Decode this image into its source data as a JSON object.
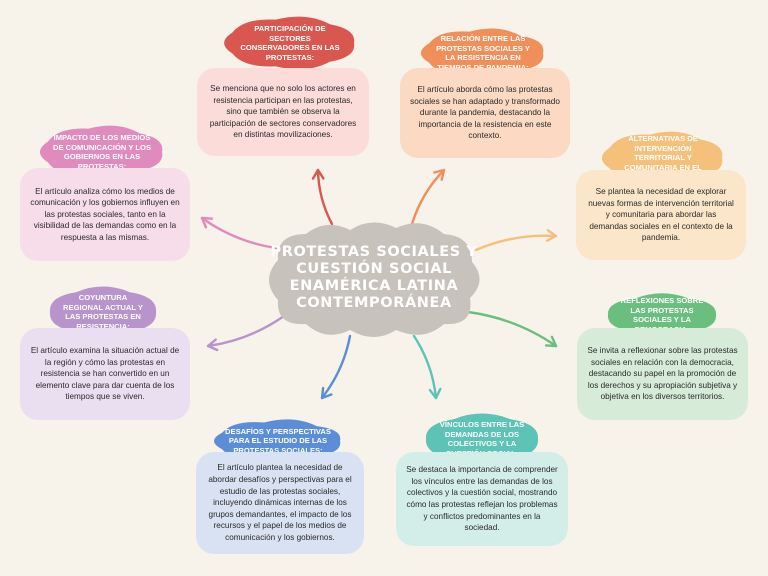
{
  "center": {
    "title_lines": [
      "PROTESTAS SOCIALES Y",
      "CUESTIÓN SOCIAL",
      "ENAMÉRICA LATINA",
      "CONTEMPORÁNEA"
    ],
    "color": "#c7c2bb"
  },
  "nodes": {
    "participacion": {
      "title": "Participación de sectores conservadores en las protestas:",
      "text": "Se menciona que no solo los actores en resistencia participan en las protestas, sino que también se observa la participación de sectores conservadores en distintas movilizaciones.",
      "color": "#d9574f",
      "box_color": "#fbdcd9"
    },
    "relacion": {
      "title": "Relación entre las protestas sociales y la resistencia en tiempos de pandemia:",
      "text": "El artículo aborda cómo las protestas sociales se han adaptado y transformado durante la pandemia, destacando la importancia de la resistencia en este contexto.",
      "color": "#f08f5a",
      "box_color": "#fbd9c3"
    },
    "impacto": {
      "title": "Impacto de los medios de comunicación y los gobiernos en las protestas:",
      "text": "El artículo analiza cómo los medios de comunicación y los gobiernos influyen en las protestas sociales, tanto en la visibilidad de las demandas como en la respuesta a las mismas.",
      "color": "#e08bbd",
      "box_color": "#f7dcea"
    },
    "alternativas": {
      "title": "Alternativas de intervención territorial y comunitaria en el contexto de pandemia:",
      "text": "Se plantea la necesidad de explorar nuevas formas de intervención territorial y comunitaria para abordar las demandas sociales en el contexto de la pandemia.",
      "color": "#f4c07a",
      "box_color": "#fbe6c9"
    },
    "coyuntura": {
      "title": "Coyuntura regional actual y las protestas en resistencia:",
      "text": "El artículo examina la situación actual de la región y cómo las protestas en resistencia se han convertido en un elemento clave para dar cuenta de los tiempos que se viven.",
      "color": "#b894cc",
      "box_color": "#eadff1"
    },
    "reflexiones": {
      "title": "Reflexiones sobre las protestas sociales y la democracia:",
      "text": "Se invita a reflexionar sobre las protestas sociales en relación con la democracia, destacando su papel en la promoción de los derechos y su apropiación subjetiva y objetiva en los diversos territorios.",
      "color": "#6bbf7e",
      "box_color": "#d6ecd9"
    },
    "desafios": {
      "title": "Desafíos y perspectivas para el estudio de las protestas sociales:",
      "text": "El artículo plantea la necesidad de abordar desafíos y perspectivas para el estudio de las protestas sociales, incluyendo dinámicas internas de los grupos demandantes, el impacto de los recursos y el papel de los medios de comunicación y los gobiernos.",
      "color": "#5b8ed6",
      "box_color": "#d8e2f3"
    },
    "vinculos": {
      "title": "Vínculos entre las demandas de los colectivos y la cuestión social:",
      "text": "Se destaca la importancia de comprender los vínculos entre las demandas de los colectivos y la cuestión social, mostrando cómo las protestas reflejan los problemas y conflictos predominantes en la sociedad.",
      "color": "#5dc3b6",
      "box_color": "#d3eee9"
    }
  }
}
